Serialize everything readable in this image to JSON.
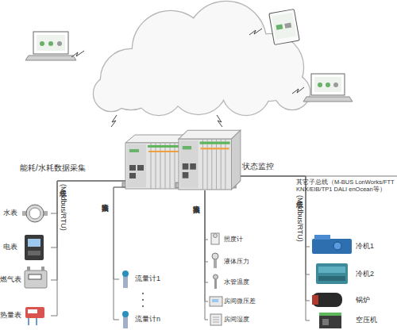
{
  "diagram": {
    "nodes": [
      {
        "text": [
          "能耗/水耗数据采集"
        ]
      },
      {
        "text": [
          "水表"
        ]
      },
      {
        "text": [
          "电表"
        ]
      },
      {
        "text": [
          "燃气表"
        ]
      },
      {
        "text": [
          "热量表"
        ]
      },
      {
        "text": [
          "流量计1"
        ]
      },
      {
        "text": [
          "流量计n"
        ]
      },
      {
        "text": [
          "状态监控"
        ]
      },
      {
        "text": [
          "照度计"
        ]
      },
      {
        "text": [
          "液体压力"
        ]
      },
      {
        "text": [
          "水管温度"
        ]
      },
      {
        "text": [
          "房间微压差"
        ]
      },
      {
        "text": [
          "房间湿度"
        ]
      },
      {
        "text": [
          "冷机1"
        ]
      },
      {
        "text": [
          "冷机2"
        ]
      },
      {
        "text": [
          "锅炉"
        ]
      },
      {
        "text": [
          "空压机"
        ]
      }
    ],
    "edges": [
      {
        "from": 0,
        "to": 1,
        "arrow": "none"
      },
      {
        "from": 0,
        "to": 2,
        "arrow": "none"
      },
      {
        "from": 0,
        "to": 3,
        "arrow": "none"
      },
      {
        "from": 0,
        "to": 4,
        "arrow": "none"
      },
      {
        "from": 0,
        "to": 5,
        "arrow": "none"
      },
      {
        "from": 0,
        "to": 6,
        "arrow": "none"
      },
      {
        "from": 7,
        "to": 8,
        "arrow": "none"
      },
      {
        "from": 7,
        "to": 9,
        "arrow": "none"
      },
      {
        "from": 7,
        "to": 10,
        "arrow": "none"
      },
      {
        "from": 7,
        "to": 11,
        "arrow": "none"
      },
      {
        "from": 7,
        "to": 12,
        "arrow": "none"
      },
      {
        "from": 7,
        "to": 13,
        "arrow": "none"
      },
      {
        "from": 7,
        "to": 14,
        "arrow": "none"
      },
      {
        "from": 7,
        "to": 15,
        "arrow": "none"
      },
      {
        "from": 7,
        "to": 16,
        "arrow": "none"
      }
    ],
    "labels": [
      "子总线(Modbus/RTU)",
      "直接输入输出",
      "直接输入输出",
      "子总线(Modbus/RTU)",
      "其它子总线（M-BUS LonWorks/FTT KNX/EIB/TP1 DALI enOcean等）"
    ]
  }
}
